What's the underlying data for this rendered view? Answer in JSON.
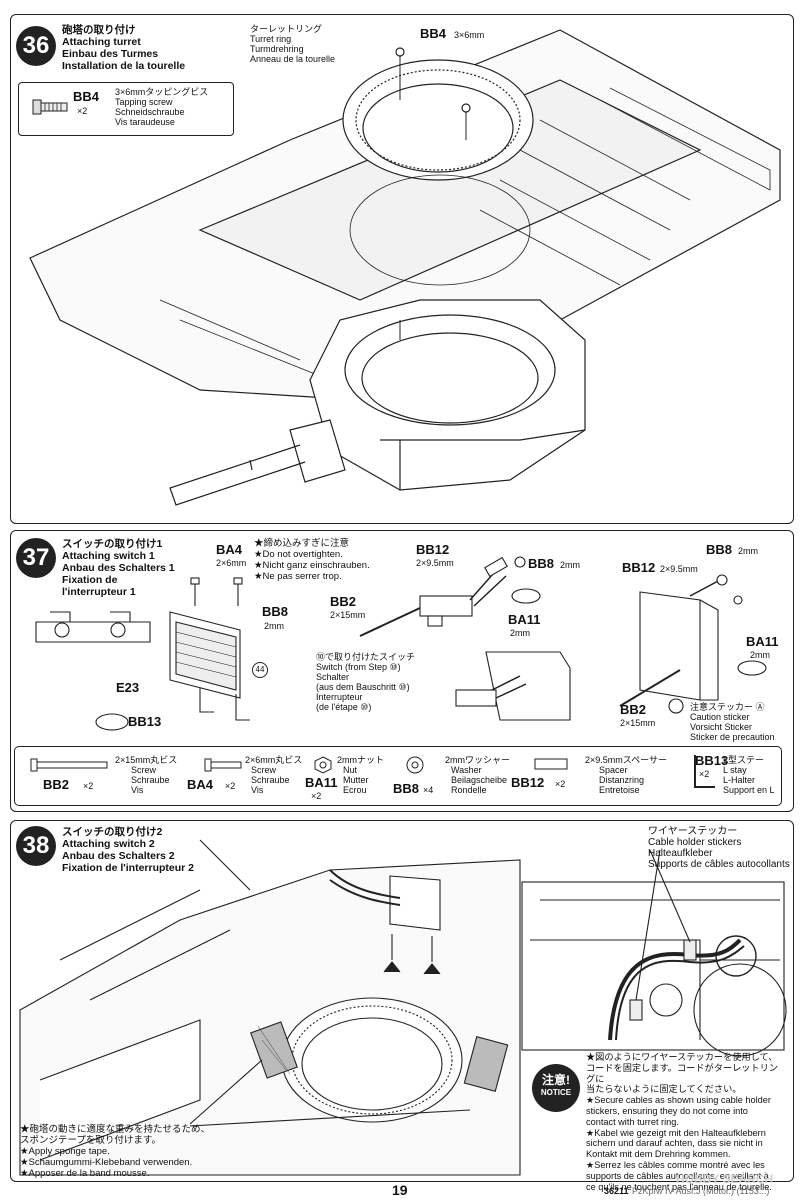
{
  "step36": {
    "number": "36",
    "title": [
      "砲塔の取り付け",
      "Attaching turret",
      "Einbau des Turmes",
      "Installation de la tourelle"
    ],
    "screw_ref": "BB4",
    "screw_size": "3×6mm",
    "turret_ring_label": [
      "ターレットリング",
      "Turret ring",
      "Turmdrehring",
      "Anneau de la tourelle"
    ],
    "parts_box": {
      "code": "BB4",
      "qty": "×2",
      "desc": [
        "3×6mmタッピングビス",
        "Tapping screw",
        "Schneidschraube",
        "Vis taraudeuse"
      ]
    }
  },
  "step37": {
    "number": "37",
    "title": [
      "スイッチの取り付け1",
      "Attaching switch 1",
      "Anbau des Schalters 1",
      "Fixation de",
      "l'interrupteur 1"
    ],
    "warning": [
      "★締め込みすぎに注意",
      "★Do not overtighten.",
      "★Nicht ganz einschrauben.",
      "★Ne pas serrer trop."
    ],
    "ba4": {
      "code": "BA4",
      "size": "2×6mm"
    },
    "bb8_left": {
      "code": "BB8",
      "size": "2mm"
    },
    "e23": "E23",
    "bb13": "BB13",
    "ref_circle": "44",
    "bb12_mid": {
      "code": "BB12",
      "size": "2×9.5mm"
    },
    "bb8_mid": {
      "code": "BB8",
      "size": "2mm"
    },
    "bb2_mid": {
      "code": "BB2",
      "size": "2×15mm"
    },
    "ba11_mid": {
      "code": "BA11",
      "size": "2mm"
    },
    "switch_note": [
      "⑩で取り付けたスイッチ",
      "Switch (from Step ⑩)",
      "Schalter",
      "(aus dem Bauschritt ⑩)",
      "Interrupteur",
      "(de l'étape ⑩)"
    ],
    "bb12_right": {
      "code": "BB12",
      "size": "2×9.5mm"
    },
    "bb8_right": {
      "code": "BB8",
      "size": "2mm"
    },
    "ba11_right": {
      "code": "BA11",
      "size": "2mm"
    },
    "bb2_right": {
      "code": "BB2",
      "size": "2×15mm"
    },
    "caution_sticker": [
      "注意ステッカー Ⓐ",
      "Caution sticker",
      "Vorsicht Sticker",
      "Sticker de precaution"
    ]
  },
  "parts_row": [
    {
      "code": "BB2",
      "qty": "×2",
      "desc": [
        "2×15mm丸ビス",
        "Screw",
        "Schraube",
        "Vis"
      ]
    },
    {
      "code": "BA4",
      "qty": "×2",
      "desc": [
        "2×6mm丸ビス",
        "Screw",
        "Schraube",
        "Vis"
      ]
    },
    {
      "code": "BA11",
      "qty": "×2",
      "desc": [
        "2mmナット",
        "Nut",
        "Mutter",
        "Ecrou"
      ]
    },
    {
      "code": "BB8",
      "qty": "×4",
      "desc": [
        "2mmワッシャー",
        "Washer",
        "Beilagscheibe",
        "Rondelle"
      ]
    },
    {
      "code": "BB12",
      "qty": "×2",
      "desc": [
        "2×9.5mmスペーサー",
        "Spacer",
        "Distanzring",
        "Entretoise"
      ]
    },
    {
      "code": "BB13",
      "qty": "×2",
      "desc": [
        "L型ステー",
        "L stay",
        "L-Halter",
        "Support en L"
      ]
    }
  ],
  "step38": {
    "number": "38",
    "title": [
      "スイッチの取り付け2",
      "Attaching switch 2",
      "Anbau des Schalters 2",
      "Fixation de l'interrupteur 2"
    ],
    "cable_label": [
      "ワイヤーステッカー",
      "Cable holder stickers",
      "Halteaufkleber",
      "Supports de câbles autocollants"
    ],
    "sponge_note": [
      "★砲塔の動きに適度な重みを持たせるため、",
      "スポンジテープを取り付けます。",
      "★Apply sponge tape.",
      "★Schaumgummi-Klebeband verwenden.",
      "★Apposer de la band mousse."
    ],
    "caution_badge": [
      "注意!",
      "NOTICE"
    ],
    "cable_note": [
      "★図のようにワイヤーステッカーを使用して、コードを固定します。コードがターレットリングに",
      "当たらないように固定してください。",
      "★Secure cables as shown using cable holder",
      "stickers, ensuring they do not come into",
      "contact with turret ring.",
      "★Kabel wie gezeigt mit den Halteaufklebern",
      "sichern und darauf achten, dass sie nicht in",
      "Kontakt mit dem Drehring kommen.",
      "★Serrez les câbles comme montré avec les",
      "supports de câbles autocollants, en veillant à",
      "ce qu'ils ne touchent pas l'anneau de tourelle."
    ]
  },
  "footer": {
    "page": "19",
    "code": "36211",
    "title_partial": "PzKpfw IV Ausf.J (Motor.) (1153...)",
    "watermark": "HOBBY SEARCH"
  }
}
